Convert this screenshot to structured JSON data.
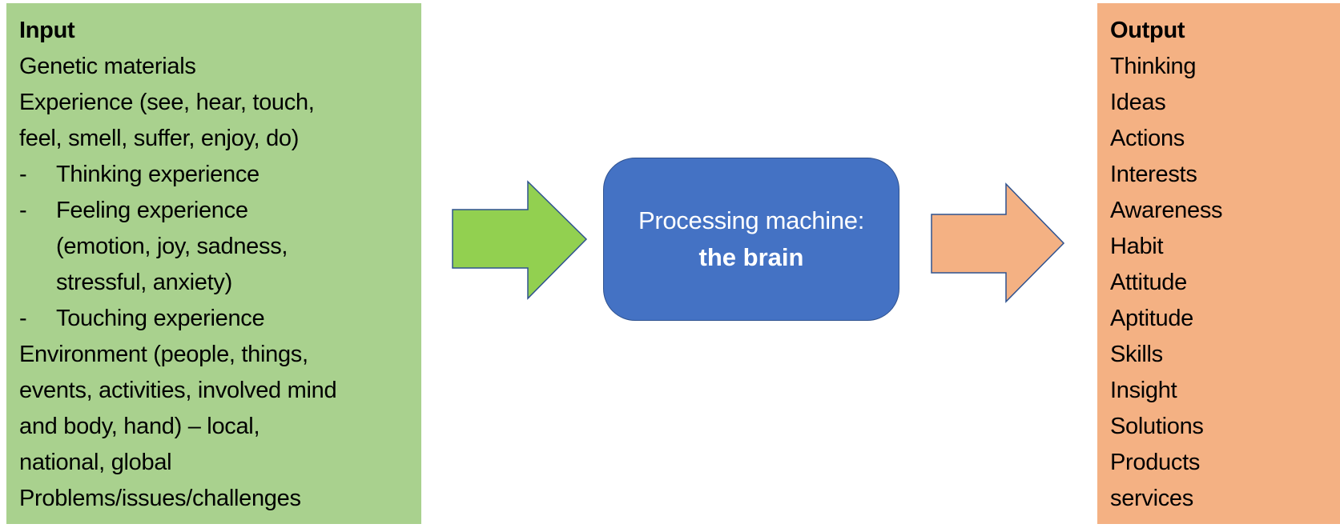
{
  "colors": {
    "input_panel": "#a9d18e",
    "output_panel": "#f4b183",
    "input_arrow": "#92d050",
    "output_arrow": "#f4b183",
    "arrow_outline": "#2f528f",
    "brain_box": "#4472c4",
    "brain_text": "#ffffff"
  },
  "input": {
    "title": "Input",
    "lines": [
      {
        "type": "text",
        "text": "Genetic materials"
      },
      {
        "type": "text",
        "text": "Experience (see, hear, touch,"
      },
      {
        "type": "text",
        "text": "feel, smell, suffer, enjoy, do)"
      },
      {
        "type": "bullet",
        "marker": "-",
        "text": "Thinking experience"
      },
      {
        "type": "bullet",
        "marker": "-",
        "text": "Feeling experience"
      },
      {
        "type": "indent",
        "text": "(emotion, joy, sadness,"
      },
      {
        "type": "indent",
        "text": "stressful, anxiety)"
      },
      {
        "type": "bullet",
        "marker": "-",
        "text": "Touching experience"
      },
      {
        "type": "text",
        "text": "Environment (people, things,"
      },
      {
        "type": "text",
        "text": "events, activities, involved mind"
      },
      {
        "type": "text",
        "text": "and body, hand) – local,"
      },
      {
        "type": "text",
        "text": "national, global"
      },
      {
        "type": "text",
        "text": "Problems/issues/challenges"
      }
    ]
  },
  "processor": {
    "line1": "Processing machine:",
    "line2": "the brain"
  },
  "output": {
    "title": "Output",
    "items": [
      "Thinking",
      "Ideas",
      "Actions",
      "Interests",
      "Awareness",
      "Habit",
      "Attitude",
      "Aptitude",
      "Skills",
      "Insight",
      "Solutions",
      "Products",
      "services"
    ]
  }
}
